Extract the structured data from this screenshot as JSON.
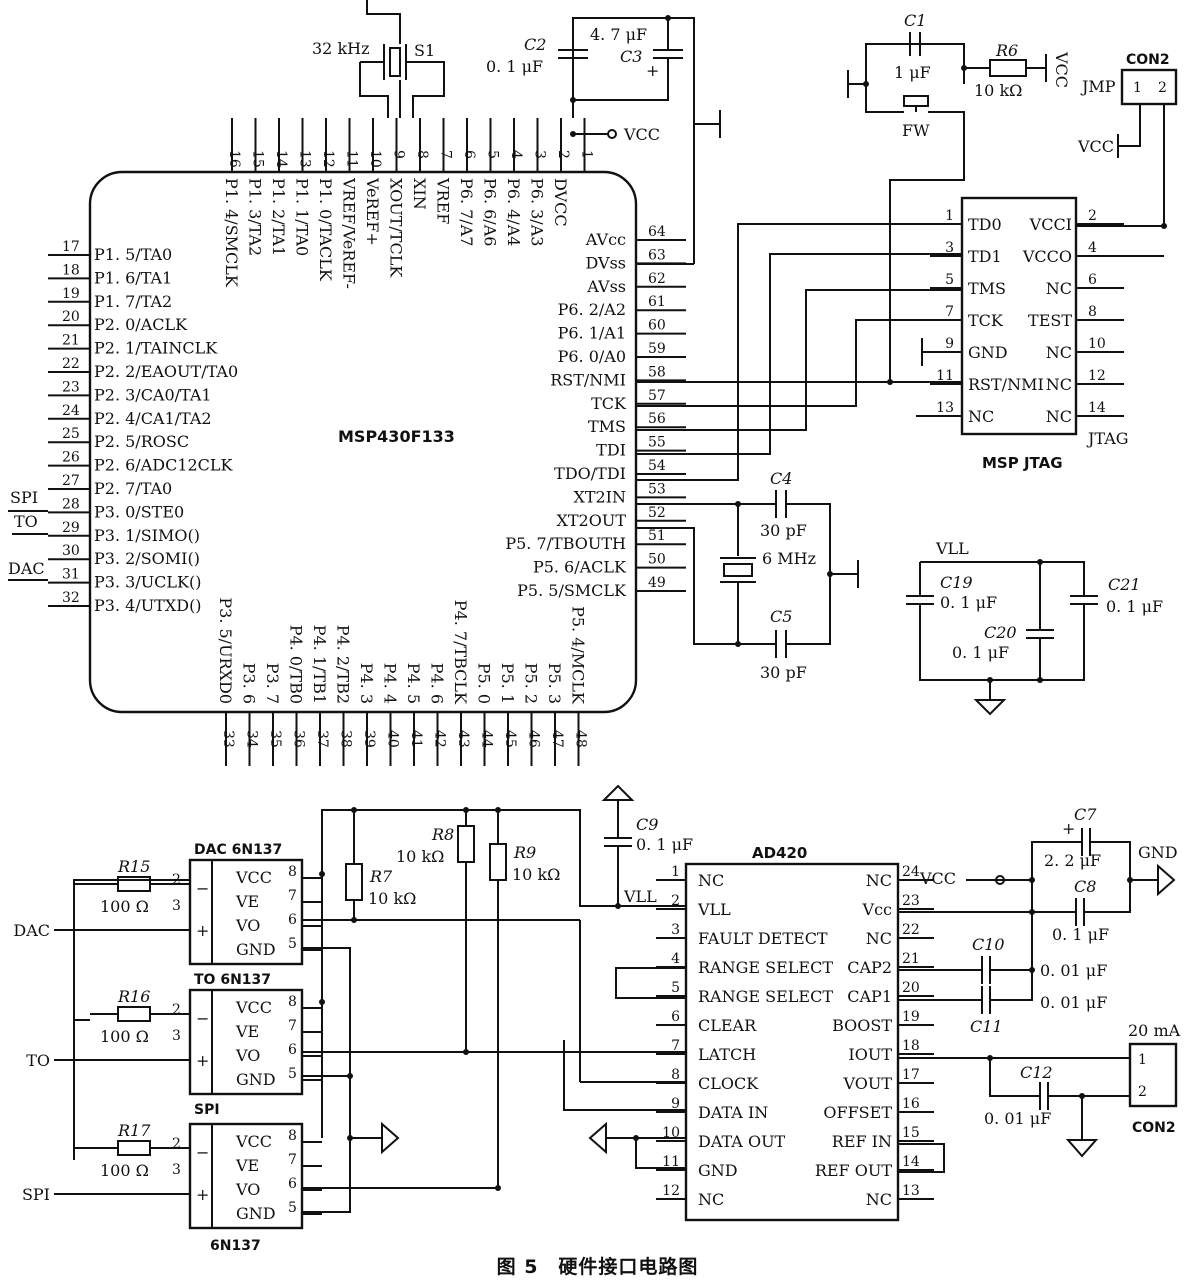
{
  "caption": "图 5　硬件接口电路图",
  "mcu": {
    "name": "MSP430F133",
    "left_pins": [
      {
        "num": "17",
        "label": "P1. 5/TA0"
      },
      {
        "num": "18",
        "label": "P1. 6/TA1"
      },
      {
        "num": "19",
        "label": "P1. 7/TA2"
      },
      {
        "num": "20",
        "label": "P2. 0/ACLK"
      },
      {
        "num": "21",
        "label": "P2. 1/TAINCLK"
      },
      {
        "num": "22",
        "label": "P2. 2/EAOUT/TA0"
      },
      {
        "num": "23",
        "label": "P2. 3/CA0/TA1"
      },
      {
        "num": "24",
        "label": "P2. 4/CA1/TA2"
      },
      {
        "num": "25",
        "label": "P2. 5/ROSC"
      },
      {
        "num": "26",
        "label": "P2. 6/ADC12CLK"
      },
      {
        "num": "27",
        "label": "P2. 7/TA0"
      },
      {
        "num": "28",
        "label": "P3. 0/STE0"
      },
      {
        "num": "29",
        "label": "P3. 1/SIMO()"
      },
      {
        "num": "30",
        "label": "P3. 2/SOMI()"
      },
      {
        "num": "31",
        "label": "P3. 3/UCLK()"
      },
      {
        "num": "32",
        "label": "P3. 4/UTXD()"
      }
    ],
    "left_nets": {
      "p28": "SPI",
      "p29": "TO",
      "p31": "DAC"
    },
    "top_pins": [
      {
        "num": "16",
        "label": "P1. 4/SMCLK"
      },
      {
        "num": "15",
        "label": "P1. 3/TA2"
      },
      {
        "num": "14",
        "label": "P1. 2/TA1"
      },
      {
        "num": "13",
        "label": "P1. 1/TA0"
      },
      {
        "num": "12",
        "label": "P1. 0/TACLK"
      },
      {
        "num": "11",
        "label": "VREF/VeREF-"
      },
      {
        "num": "10",
        "label": "VeREF+"
      },
      {
        "num": "9",
        "label": "XOUT/TCLK"
      },
      {
        "num": "8",
        "label": "XIN"
      },
      {
        "num": "7",
        "label": "VREF"
      },
      {
        "num": "6",
        "label": "P6. 7/A7"
      },
      {
        "num": "5",
        "label": "P6. 6/A6"
      },
      {
        "num": "4",
        "label": "P6. 4/A4"
      },
      {
        "num": "3",
        "label": "P6. 3/A3"
      },
      {
        "num": "2",
        "label": "DVCC"
      },
      {
        "num": "1",
        "label": ""
      }
    ],
    "right_pins": [
      {
        "num": "64",
        "label": "AVcc"
      },
      {
        "num": "63",
        "label": "DVss"
      },
      {
        "num": "62",
        "label": "AVss"
      },
      {
        "num": "61",
        "label": "P6. 2/A2"
      },
      {
        "num": "60",
        "label": "P6. 1/A1"
      },
      {
        "num": "59",
        "label": "P6. 0/A0"
      },
      {
        "num": "58",
        "label": "RST/NMI"
      },
      {
        "num": "57",
        "label": "TCK"
      },
      {
        "num": "56",
        "label": "TMS"
      },
      {
        "num": "55",
        "label": "TDI"
      },
      {
        "num": "54",
        "label": "TDO/TDI"
      },
      {
        "num": "53",
        "label": "XT2IN"
      },
      {
        "num": "52",
        "label": "XT2OUT"
      },
      {
        "num": "51",
        "label": "P5. 7/TBOUTH"
      },
      {
        "num": "50",
        "label": "P5. 6/ACLK"
      },
      {
        "num": "49",
        "label": "P5. 5/SMCLK"
      }
    ],
    "bottom_pins": [
      {
        "num": "33",
        "label": "P3. 5/URXD0"
      },
      {
        "num": "34",
        "label": "P3. 6"
      },
      {
        "num": "35",
        "label": "P3. 7"
      },
      {
        "num": "36",
        "label": "P4. 0/TB0"
      },
      {
        "num": "37",
        "label": "P4. 1/TB1"
      },
      {
        "num": "38",
        "label": "P4. 2/TB2"
      },
      {
        "num": "39",
        "label": "P4. 3"
      },
      {
        "num": "40",
        "label": "P4. 4"
      },
      {
        "num": "41",
        "label": "P4. 5"
      },
      {
        "num": "42",
        "label": "P4. 6"
      },
      {
        "num": "43",
        "label": "P4. 7/TBCLK"
      },
      {
        "num": "44",
        "label": "P5. 0"
      },
      {
        "num": "45",
        "label": "P5. 1"
      },
      {
        "num": "46",
        "label": "P5. 2"
      },
      {
        "num": "47",
        "label": "P5. 3"
      },
      {
        "num": "48",
        "label": "P5. 4/MCLK"
      }
    ]
  },
  "crystal_top": {
    "freq": "32 kHz",
    "ref": "S1"
  },
  "caps_top": {
    "c2_ref": "C2",
    "c2_val": "0. 1 μF",
    "c3_ref": "C3",
    "c3_val": "4. 7 μF",
    "vcc": "VCC"
  },
  "reset": {
    "c1_ref": "C1",
    "c1_val": "1 μF",
    "r6_ref": "R6",
    "r6_val": "10 kΩ",
    "sw": "FW",
    "vcc": "VCC"
  },
  "con2_top": {
    "name": "CON2",
    "jmp": "JMP",
    "pin1": "1",
    "pin2": "2",
    "vcc": "VCC"
  },
  "jtag": {
    "name": "MSP JTAG",
    "tag": "JTAG",
    "left": [
      {
        "num": "1",
        "label": "TD0"
      },
      {
        "num": "3",
        "label": "TD1"
      },
      {
        "num": "5",
        "label": "TMS"
      },
      {
        "num": "7",
        "label": "TCK"
      },
      {
        "num": "9",
        "label": "GND"
      },
      {
        "num": "11",
        "label": "RST/NMI"
      },
      {
        "num": "13",
        "label": "NC"
      }
    ],
    "right": [
      {
        "num": "2",
        "label": "VCCI"
      },
      {
        "num": "4",
        "label": "VCCO"
      },
      {
        "num": "6",
        "label": "NC"
      },
      {
        "num": "8",
        "label": "TEST"
      },
      {
        "num": "10",
        "label": "NC"
      },
      {
        "num": "12",
        "label": "NC"
      },
      {
        "num": "14",
        "label": "NC"
      }
    ]
  },
  "xt2": {
    "c4_ref": "C4",
    "c4_val": "30 pF",
    "c5_ref": "C5",
    "c5_val": "30 pF",
    "freq": "6 MHz"
  },
  "vll": {
    "net": "VLL",
    "c19_ref": "C19",
    "c19_val": "0. 1 μF",
    "c20_ref": "C20",
    "c20_val": "0. 1 μF",
    "c21_ref": "C21",
    "c21_val": "0. 1 μF"
  },
  "opto": [
    {
      "title": "DAC",
      "part": "6N137",
      "res": "R15",
      "rval": "100 Ω",
      "input": "DAC"
    },
    {
      "title": "TO",
      "part": "6N137",
      "res": "R16",
      "rval": "100 Ω",
      "input": "TO"
    },
    {
      "title": "SPI",
      "part": "6N137",
      "res": "R17",
      "rval": "100 Ω",
      "input": "SPI"
    }
  ],
  "opto_pins": {
    "vcc": "VCC",
    "ve": "VE",
    "vo": "VO",
    "gnd": "GND",
    "plus": "+",
    "minus": "−",
    "n8": "8",
    "n7": "7",
    "n6": "6",
    "n5": "5",
    "n2": "2",
    "n3": "3"
  },
  "pullups": {
    "r7_ref": "R7",
    "r7_val": "10 kΩ",
    "r8_ref": "R8",
    "r8_val": "10 kΩ",
    "r9_ref": "R9",
    "r9_val": "10 kΩ"
  },
  "c9": {
    "ref": "C9",
    "val": "0. 1 μF",
    "net": "VLL"
  },
  "ad420": {
    "name": "AD420",
    "left": [
      {
        "num": "1",
        "label": "NC"
      },
      {
        "num": "2",
        "label": "VLL"
      },
      {
        "num": "3",
        "label": "FAULT DETECT"
      },
      {
        "num": "4",
        "label": "RANGE SELECT"
      },
      {
        "num": "5",
        "label": "RANGE SELECT"
      },
      {
        "num": "6",
        "label": "CLEAR"
      },
      {
        "num": "7",
        "label": "LATCH"
      },
      {
        "num": "8",
        "label": "CLOCK"
      },
      {
        "num": "9",
        "label": "DATA IN"
      },
      {
        "num": "10",
        "label": "DATA OUT"
      },
      {
        "num": "11",
        "label": "GND"
      },
      {
        "num": "12",
        "label": "NC"
      }
    ],
    "right": [
      {
        "num": "24",
        "label": "NC"
      },
      {
        "num": "23",
        "label": "Vcc"
      },
      {
        "num": "22",
        "label": "NC"
      },
      {
        "num": "21",
        "label": "CAP2"
      },
      {
        "num": "20",
        "label": "CAP1"
      },
      {
        "num": "19",
        "label": "BOOST"
      },
      {
        "num": "18",
        "label": "IOUT"
      },
      {
        "num": "17",
        "label": "VOUT"
      },
      {
        "num": "16",
        "label": "OFFSET"
      },
      {
        "num": "15",
        "label": "REF IN"
      },
      {
        "num": "14",
        "label": "REF OUT"
      },
      {
        "num": "13",
        "label": "NC"
      }
    ]
  },
  "ad420_ext": {
    "vcc": "VCC",
    "gnd": "GND",
    "c7_ref": "C7",
    "c7_val": "2. 2 μF",
    "c8_ref": "C8",
    "c8_val": "0. 1 μF",
    "c10_ref": "C10",
    "c10_val": "0. 01 μF",
    "c11_ref": "C11",
    "c11_val": "0. 01 μF",
    "c12_ref": "C12",
    "c12_val": "0. 01 μF"
  },
  "con2_out": {
    "name": "CON2",
    "current": "20 mA",
    "pin1": "1",
    "pin2": "2"
  }
}
